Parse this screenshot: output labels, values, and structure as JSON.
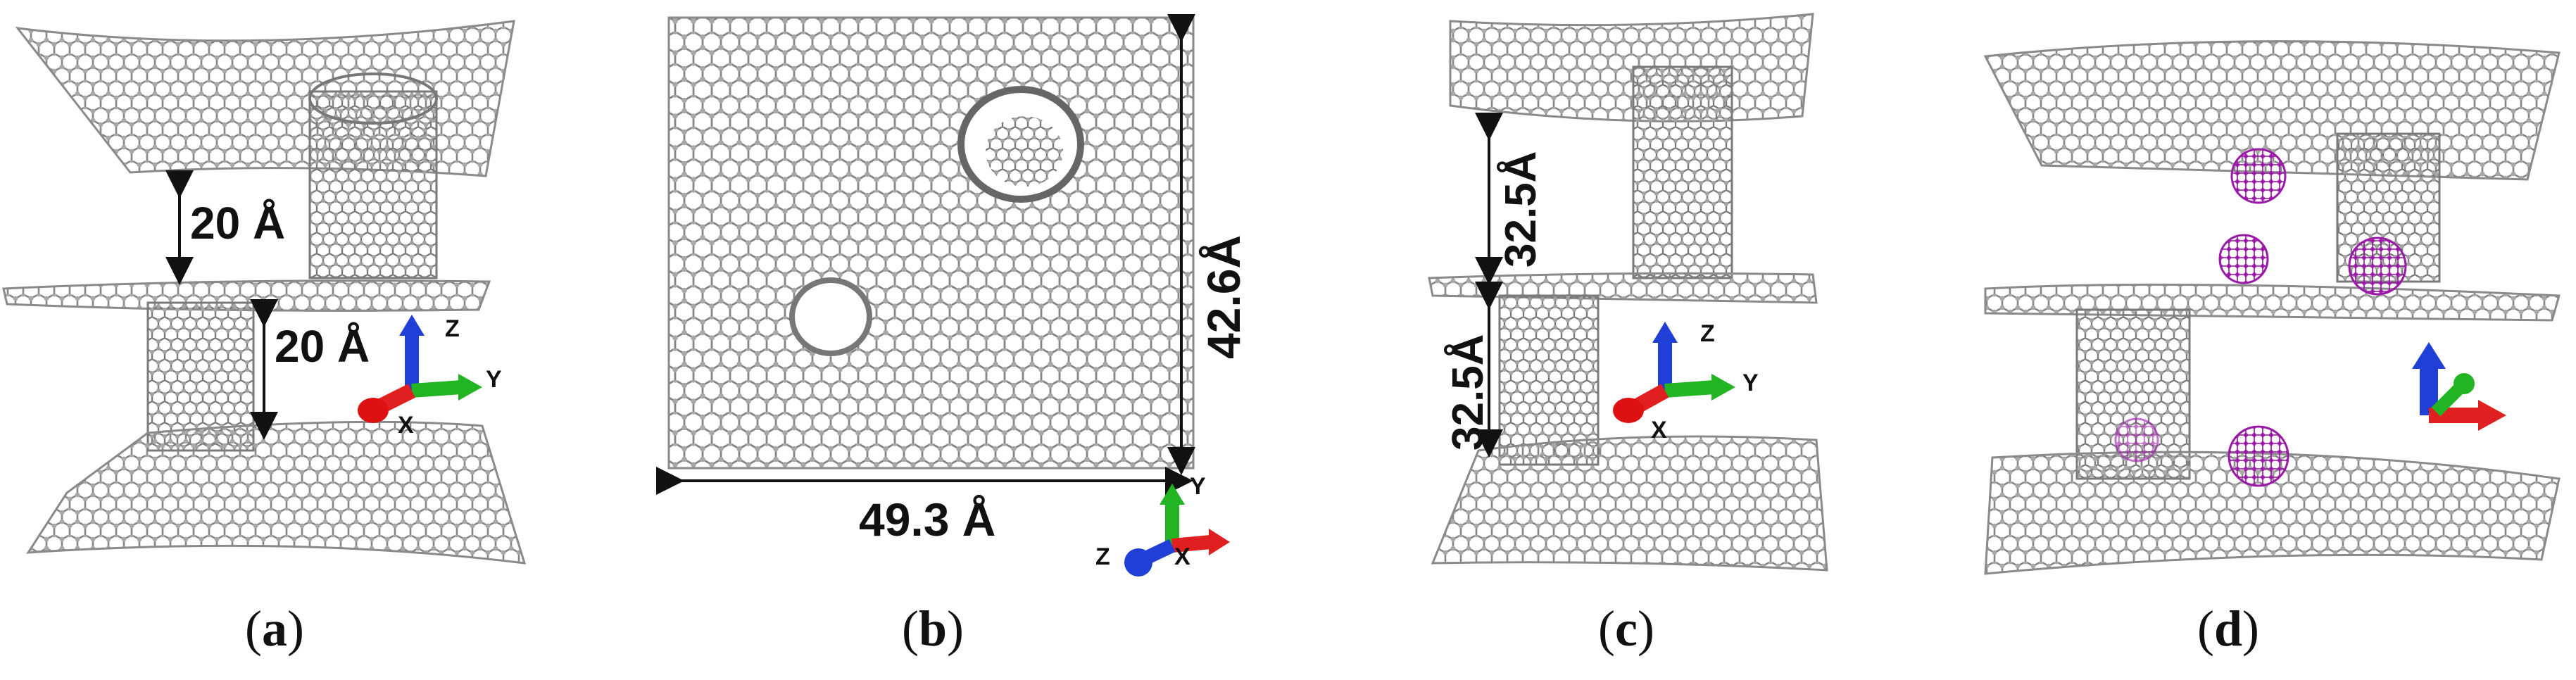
{
  "panels": [
    {
      "id": "a",
      "label_open": "(",
      "label_letter": "a",
      "label_close": ")",
      "dims": [
        "20 Å",
        "20 Å"
      ],
      "axes": {
        "x": "X",
        "y": "Y",
        "z": "Z"
      }
    },
    {
      "id": "b",
      "label_open": "(",
      "label_letter": "b",
      "label_close": ")",
      "dims": [
        "49.3 Å",
        "42.6Å"
      ],
      "axes": {
        "x": "X",
        "y": "Y",
        "z": "Z"
      }
    },
    {
      "id": "c",
      "label_open": "(",
      "label_letter": "c",
      "label_close": ")",
      "dims": [
        "32.5Å",
        "32.5Å"
      ],
      "axes": {
        "x": "X",
        "y": "Y",
        "z": "Z"
      }
    },
    {
      "id": "d",
      "label_open": "(",
      "label_letter": "d",
      "label_close": ")",
      "dims": [],
      "axes": {}
    }
  ],
  "colors": {
    "atom": "#9a9a9a",
    "bond": "#7d7d7d",
    "molecule": "#b21fc0",
    "axis_x": "#e02020",
    "axis_y": "#22b422",
    "axis_z": "#1f3fd6",
    "text": "#111111"
  },
  "icons": [
    "graphene-sheet",
    "carbon-nanotube",
    "coordinate-axes-icon",
    "dimension-arrow",
    "fullerene-molecule"
  ]
}
